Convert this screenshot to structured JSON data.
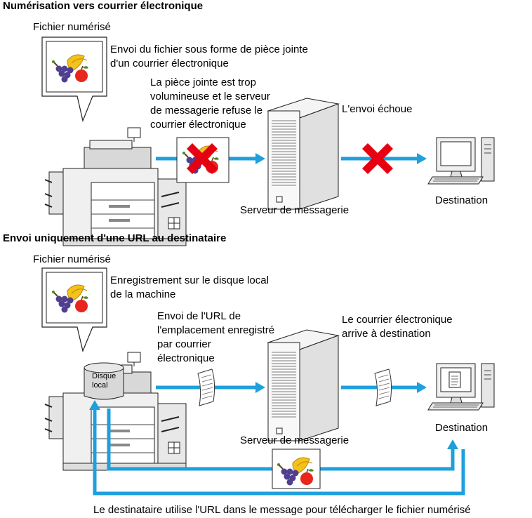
{
  "section1": {
    "title": "Numérisation vers courrier électronique",
    "scanned_file_label": "Fichier numérisé",
    "send_note": [
      "Envoi du fichier sous forme de pièce jointe",
      "d'un courrier électronique"
    ],
    "refuse_note": [
      "La pièce jointe est trop",
      "volumineuse et le serveur",
      "de messagerie refuse le",
      "courrier électronique"
    ],
    "fail_note": "L'envoi échoue",
    "server_label": "Serveur de messagerie",
    "destination_label": "Destination"
  },
  "section2": {
    "title": "Envoi uniquement d'une URL au destinataire",
    "scanned_file_label": "Fichier numérisé",
    "save_note": [
      "Enregistrement sur le disque local",
      "de la machine"
    ],
    "url_note": [
      "Envoi de l'URL de",
      "l'emplacement enregistré",
      "par courrier",
      "électronique"
    ],
    "arrive_note": [
      "Le courrier électronique",
      "arrive à destination"
    ],
    "disk_label": [
      "Disque",
      "local"
    ],
    "server_label": "Serveur de messagerie",
    "destination_label": "Destination",
    "download_note": "Le destinataire utilise l'URL dans le message pour télécharger le fichier numérisé"
  },
  "colors": {
    "arrow": "#1ea0dc",
    "cross": "#e60012",
    "apple": "#e8261d",
    "banana": "#f4c21a",
    "grape": "#4f3f8f"
  }
}
